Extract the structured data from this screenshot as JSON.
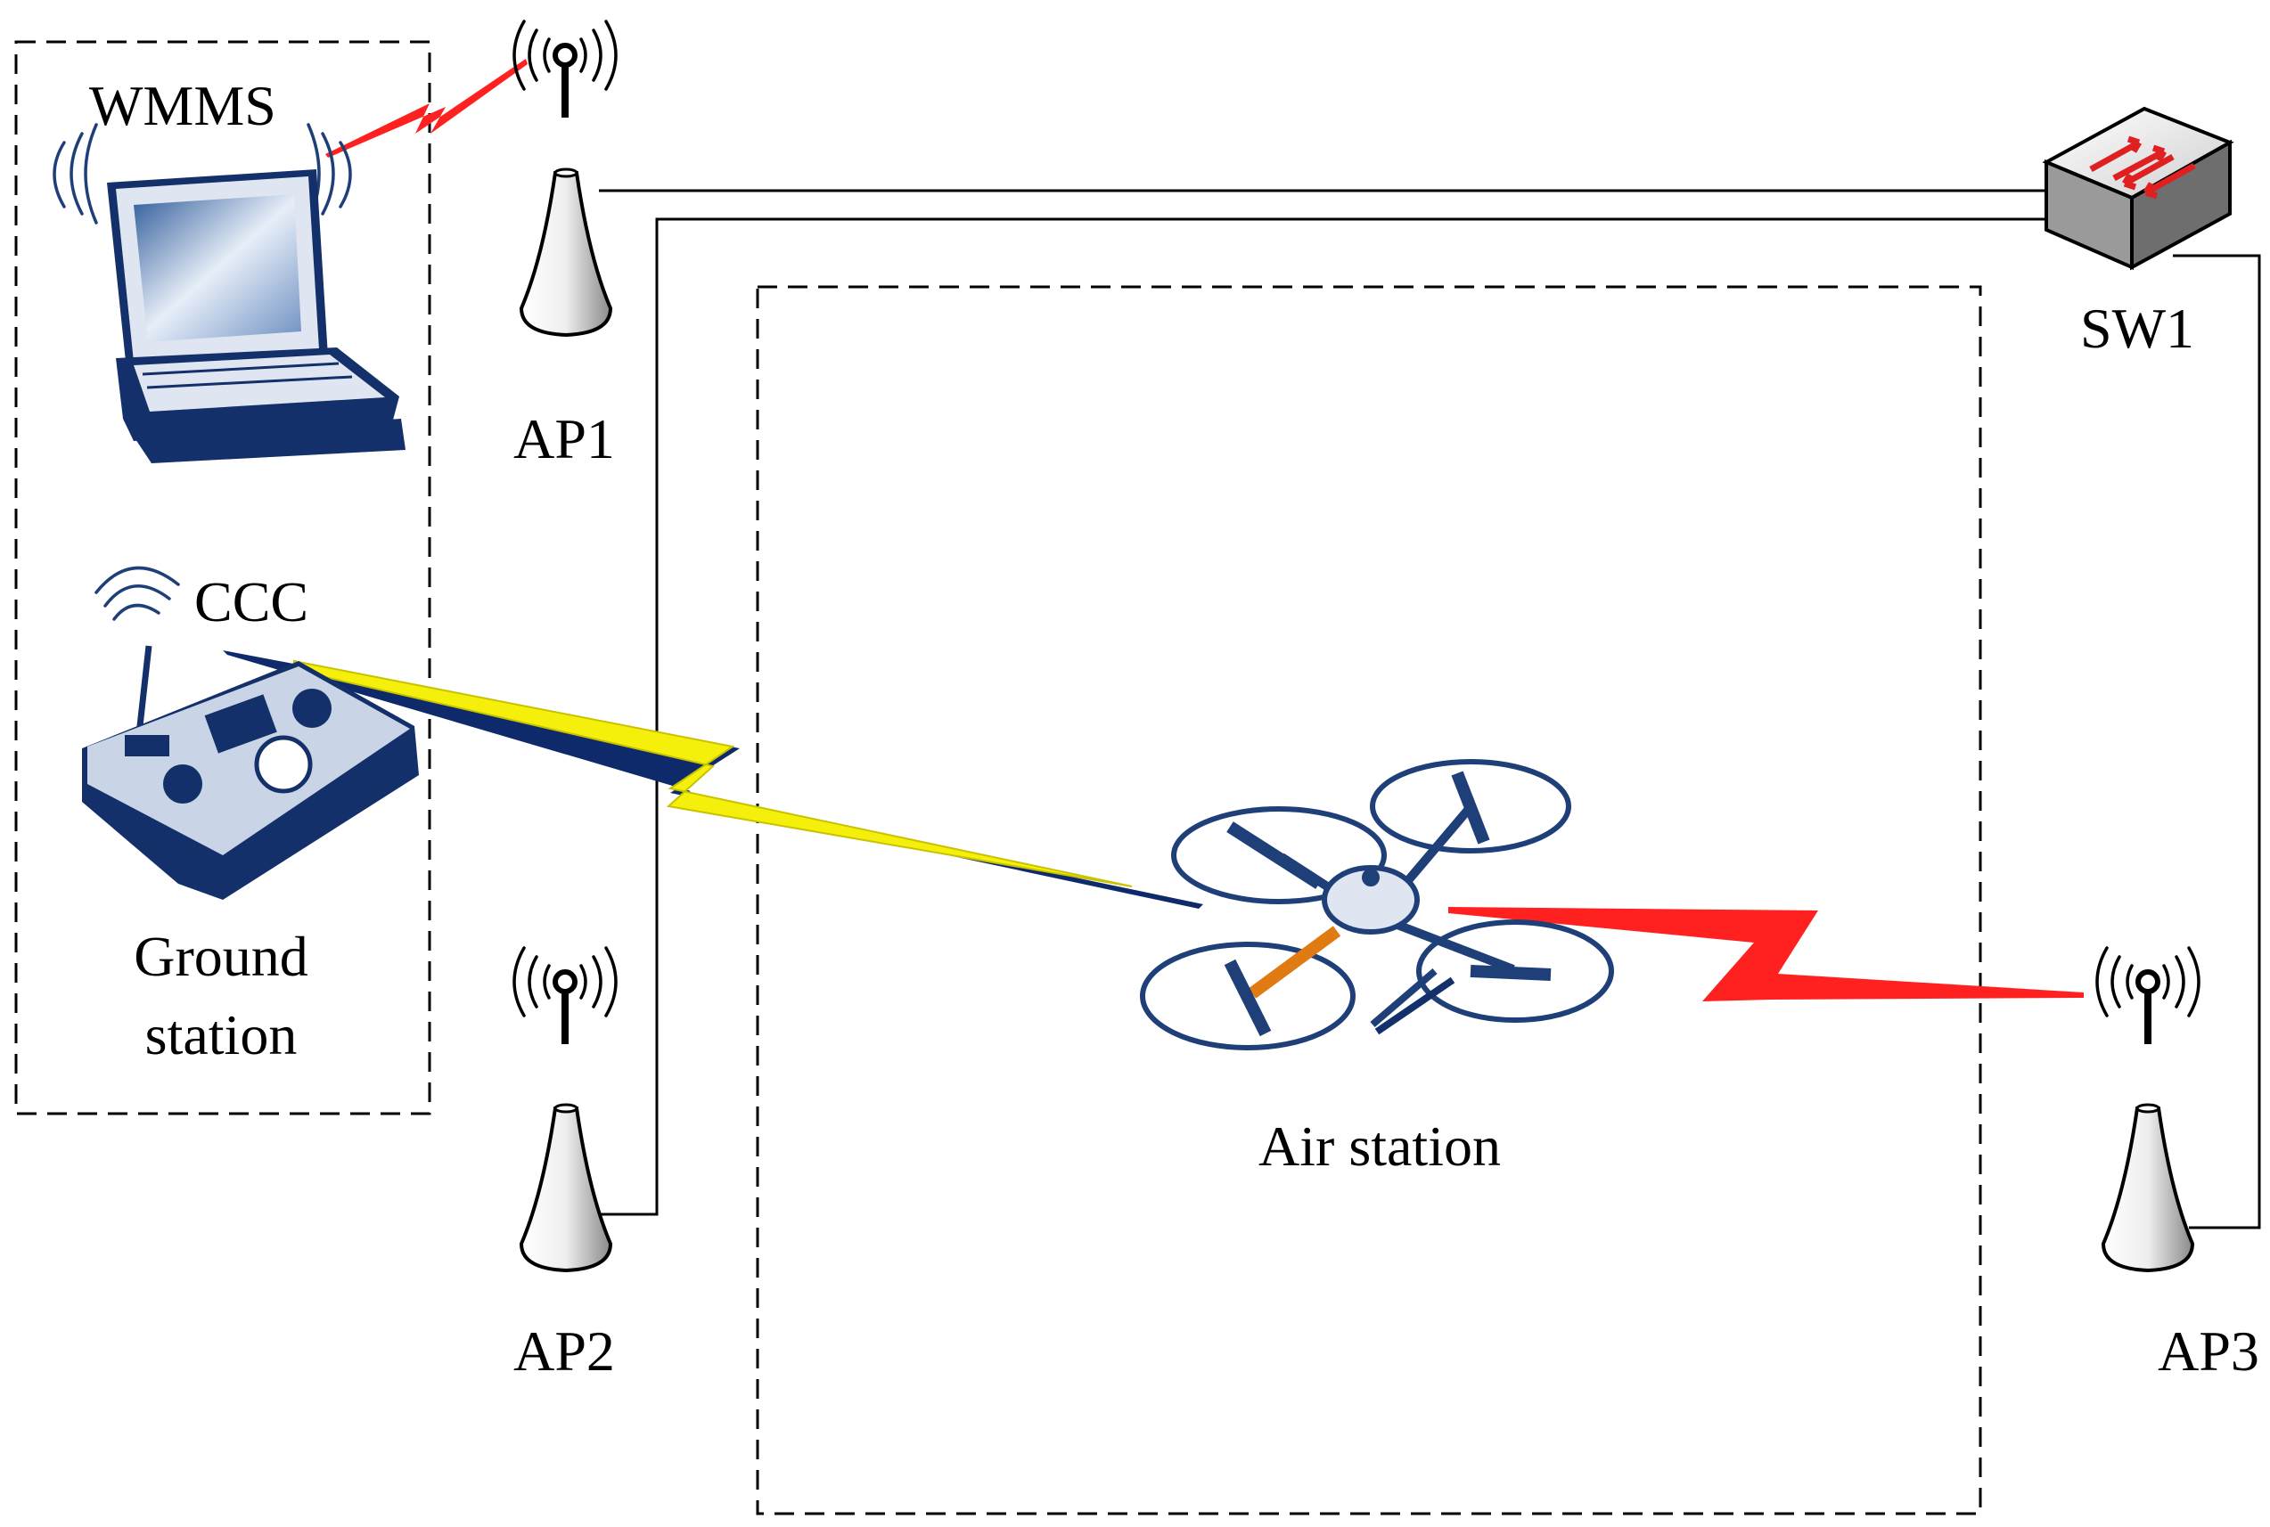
{
  "labels": {
    "wmms": "WMMS",
    "ccc": "CCC",
    "ground_station_line1": "Ground",
    "ground_station_line2": "station",
    "ap1": "AP1",
    "ap2": "AP2",
    "ap3": "AP3",
    "sw1": "SW1",
    "air_station": "Air station"
  },
  "colors": {
    "red_link": "#ff2020",
    "yellow_link": "#f4f00c",
    "device_blue": "#13306a",
    "wire": "#000000"
  },
  "icons": [
    "laptop-icon",
    "remote-controller-icon",
    "antenna-icon",
    "switch-icon",
    "drone-icon",
    "wireless-link-icon"
  ]
}
